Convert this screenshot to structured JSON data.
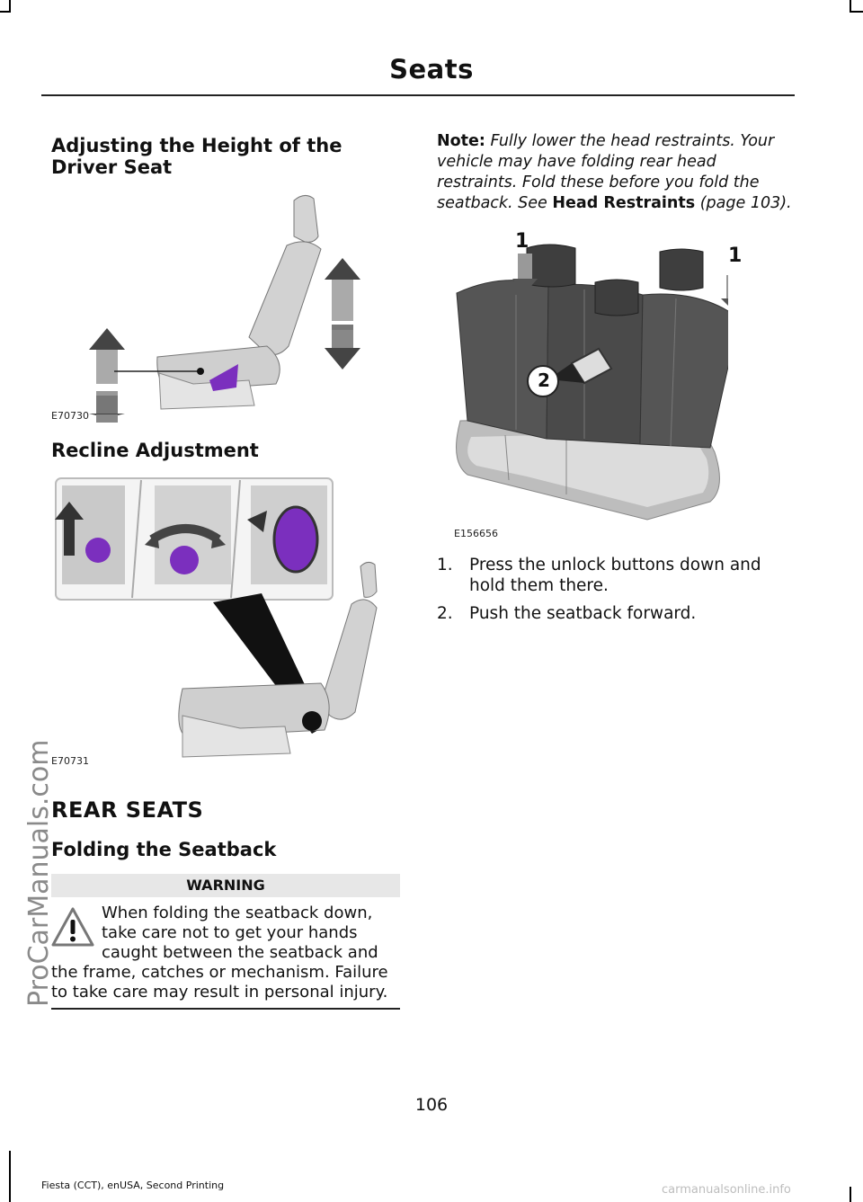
{
  "header": {
    "title": "Seats"
  },
  "watermark": "ProCarManuals.com",
  "sections": {
    "height_heading": "Adjusting the Height of the Driver Seat",
    "height_fig_code": "E70730",
    "recline_heading": "Recline Adjustment",
    "recline_fig_code": "E70731",
    "rear_seats_heading": "REAR SEATS",
    "folding_heading": "Folding the Seatback"
  },
  "warning": {
    "title": "WARNING",
    "text": "When folding the seatback down, take care not to get your hands caught between the seatback and the frame, catches or mechanism. Failure to take care may result in personal injury."
  },
  "note": {
    "label": "Note:",
    "text": "Fully lower the head restraints. Your vehicle may have folding rear head restraints. Fold these before you fold the seatback.  See",
    "link": "Head Restraints",
    "page_ref": "(page 103)."
  },
  "rear_fig": {
    "code": "E156656",
    "callout_1": "1",
    "callout_2": "2"
  },
  "steps": [
    {
      "num": "1.",
      "text": "Press the unlock buttons down and hold them there."
    },
    {
      "num": "2.",
      "text": "Push the seatback forward."
    }
  ],
  "page_number": "106",
  "footer": {
    "text": "Fiesta (CCT), enUSA, Second Printing",
    "site": "carmanualsonline.info"
  },
  "colors": {
    "accent": "#7b2fbe",
    "arrow_dark": "#333333"
  }
}
